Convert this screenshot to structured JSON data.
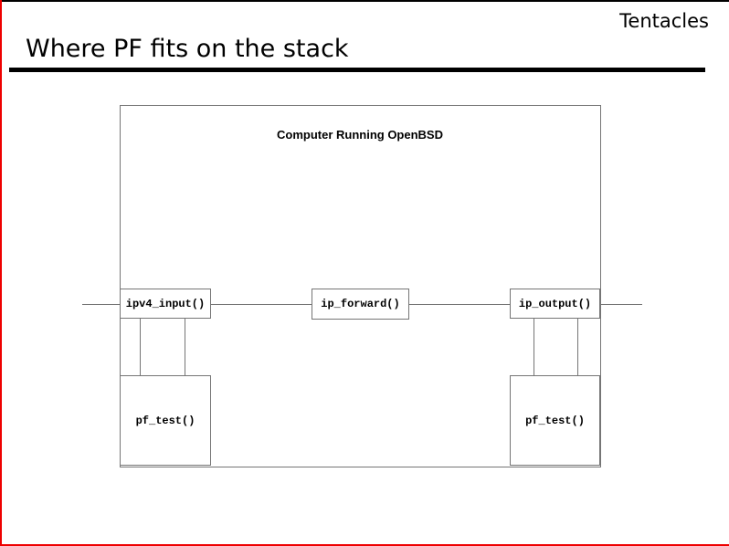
{
  "slide": {
    "corner_label": "Tentacles",
    "title": "Where PF fits on the stack"
  },
  "diagram": {
    "container_label": "Computer Running OpenBSD",
    "boxes": {
      "ipv4_input": {
        "label": "ipv4_input()"
      },
      "ip_forward": {
        "label": "ip_forward()"
      },
      "ip_output": {
        "label": "ip_output()"
      },
      "pf_test_left": {
        "label": "pf_test()"
      },
      "pf_test_right": {
        "label": "pf_test()"
      }
    }
  },
  "colors": {
    "edge_accent": "#ee0000",
    "top_edge": "#000000",
    "diagram_line": "#757575",
    "text": "#000000"
  }
}
